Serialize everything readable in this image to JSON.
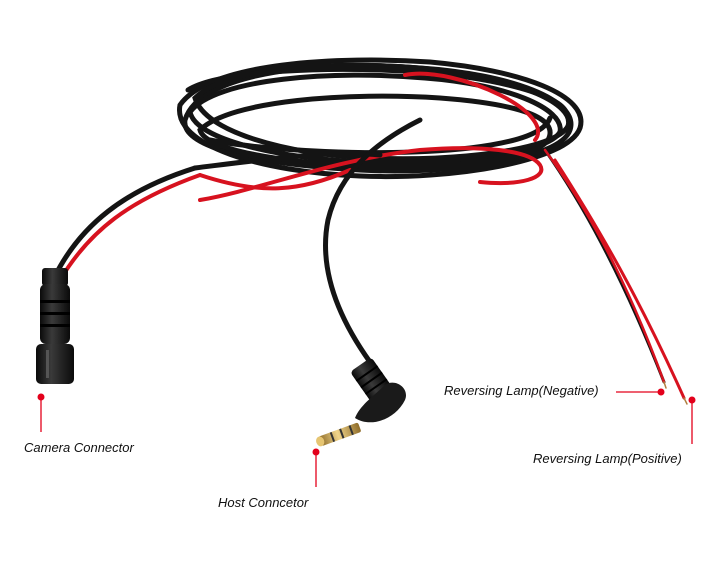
{
  "colors": {
    "cable_black": "#141414",
    "cable_red": "#d7121f",
    "callout_red": "#e3001b",
    "gold_plug": "#c9a24a"
  },
  "callouts": {
    "camera_connector": "Camera Connector",
    "host_connector": "Host Conncetor",
    "reversing_lamp_negative": "Reversing Lamp(Negative)",
    "reversing_lamp_positive": "Reversing Lamp(Positive)"
  }
}
